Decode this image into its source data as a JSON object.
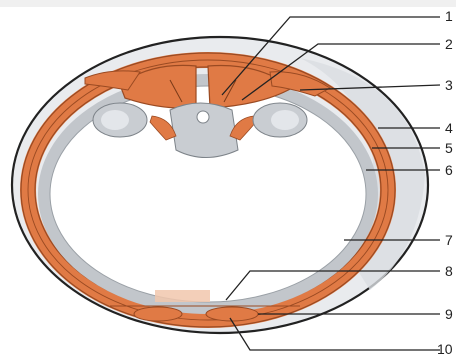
{
  "diagram": {
    "labels": [
      "1",
      "2",
      "3",
      "4",
      "5",
      "6",
      "7",
      "8",
      "9",
      "10"
    ],
    "colors": {
      "muscle": "#e07a45",
      "muscle_dark": "#c8602e",
      "bone": "#c9cdd2",
      "bone_light": "#e3e6ea",
      "lining": "#c2c6cb",
      "skin": "#e6e9ec",
      "line": "#222222"
    }
  }
}
